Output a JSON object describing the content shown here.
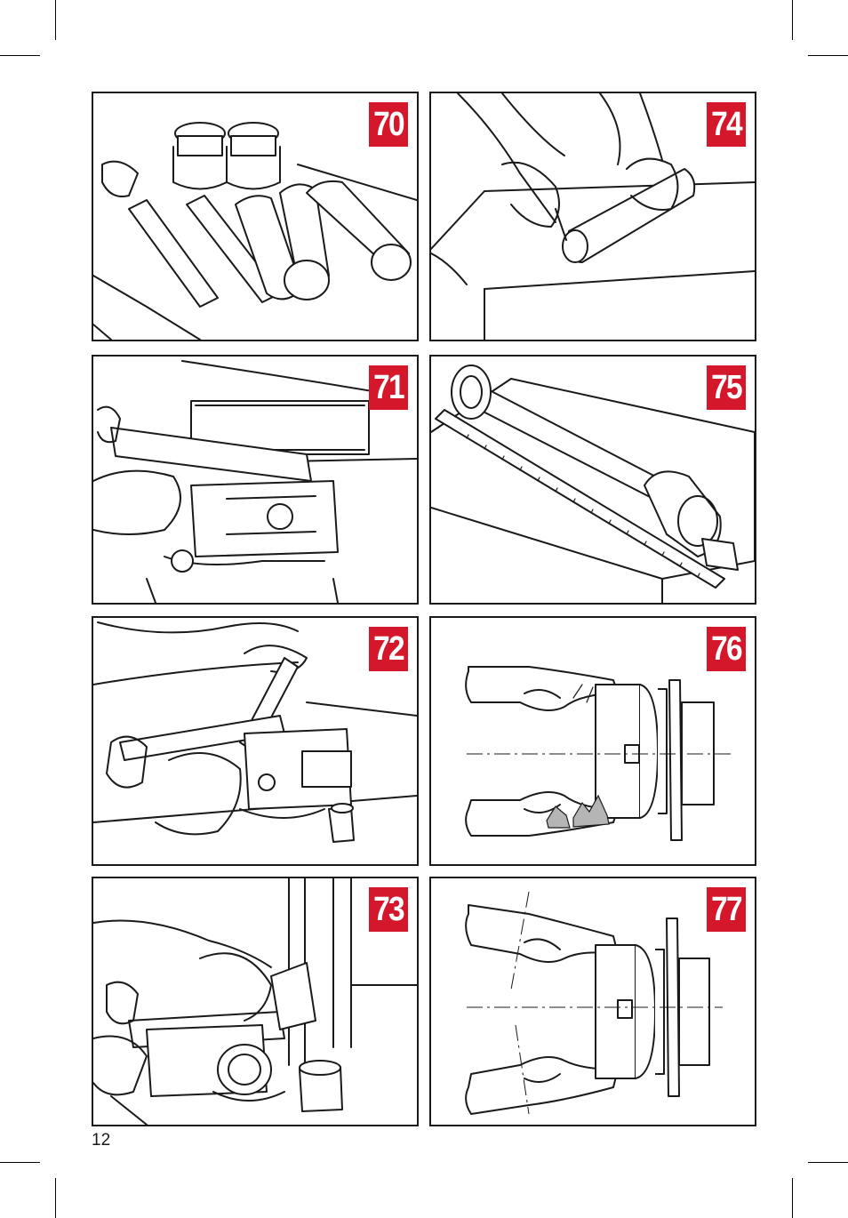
{
  "page": {
    "number": "12"
  },
  "figures": [
    {
      "id": "fig-70",
      "label": "70"
    },
    {
      "id": "fig-71",
      "label": "71"
    },
    {
      "id": "fig-72",
      "label": "72"
    },
    {
      "id": "fig-73",
      "label": "73"
    },
    {
      "id": "fig-74",
      "label": "74"
    },
    {
      "id": "fig-75",
      "label": "75"
    },
    {
      "id": "fig-76",
      "label": "76"
    },
    {
      "id": "fig-77",
      "label": "77"
    }
  ],
  "colors": {
    "badge": "#d5172b",
    "line": "#1a1a1a",
    "paper": "#ffffff",
    "wear": "#b5b5b5"
  }
}
